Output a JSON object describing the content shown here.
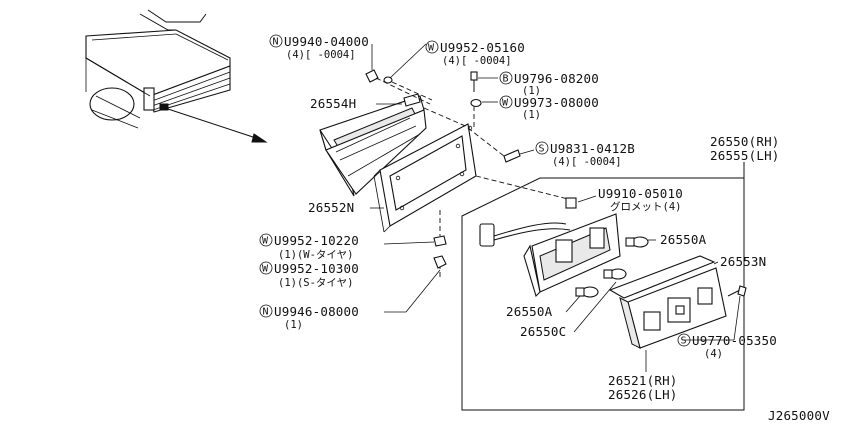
{
  "diagram_code": "J265000V",
  "callouts": [
    {
      "id": "n-u9940",
      "symbol": "N",
      "part": "U9940-04000",
      "note": "(4)[     -0004]"
    },
    {
      "id": "w-u9952a",
      "symbol": "W",
      "part": "U9952-05160",
      "note": "(4)[     -0004]"
    },
    {
      "id": "b-u9796",
      "symbol": "B",
      "part": "U9796-08200",
      "note": "(1)"
    },
    {
      "id": "w-u9973",
      "symbol": "W",
      "part": "U9973-08000",
      "note": "(1)"
    },
    {
      "id": "s-u9831",
      "symbol": "S",
      "part": "U9831-0412B",
      "note": "(4)[     -0004]"
    },
    {
      "id": "u9910",
      "symbol": "",
      "part": "U9910-05010",
      "note": "グロメット(4)"
    },
    {
      "id": "w-u9952b",
      "symbol": "W",
      "part": "U9952-10220",
      "note": "(1)(W-タイヤ)"
    },
    {
      "id": "w-u9952c",
      "symbol": "W",
      "part": "U9952-10300",
      "note": "(1)(S-タイヤ)"
    },
    {
      "id": "n-u9946",
      "symbol": "N",
      "part": "U9946-08000",
      "note": "(1)"
    },
    {
      "id": "s-u9770",
      "symbol": "S",
      "part": "U9770-05350",
      "note": "(4)"
    }
  ],
  "labels": {
    "p26554h": "26554H",
    "p26552n": "26552N",
    "p26550rh": "26550(RH)",
    "p26555lh": "26555(LH)",
    "p26550a_top": "26550A",
    "p26553n": "26553N",
    "p26550a_bottom": "26550A",
    "p26550c": "26550C",
    "p26521rh": "26521(RH)",
    "p26526lh": "26526(LH)"
  }
}
